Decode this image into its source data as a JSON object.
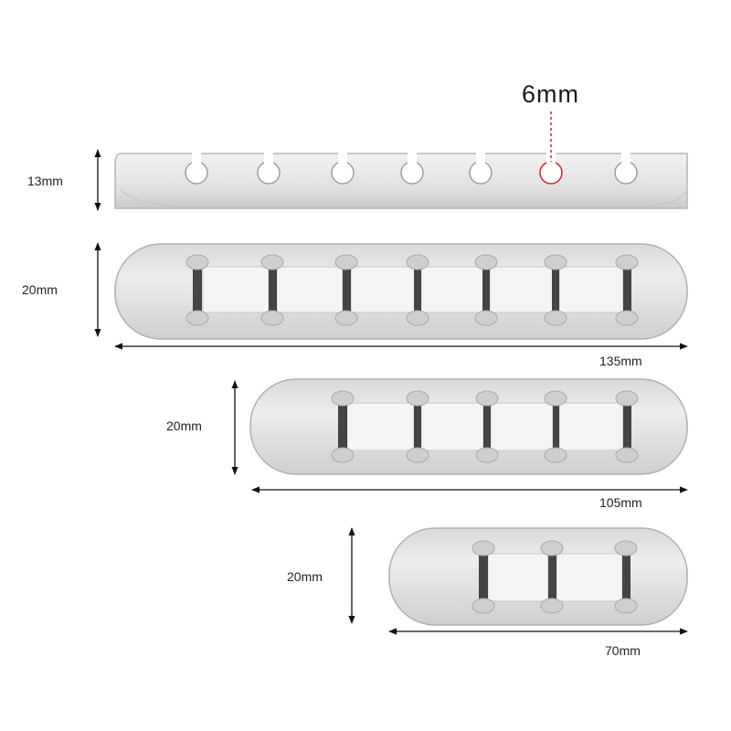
{
  "labels": {
    "hole_diameter": "6mm",
    "side_height": "13mm",
    "height_long": "20mm",
    "length_long": "135mm",
    "height_medium": "20mm",
    "length_medium": "105mm",
    "height_short": "20mm",
    "length_short": "70mm"
  },
  "colors": {
    "body": "#e6e6e6",
    "slot": "#444444",
    "highlight": "#c62828",
    "dimension_line": "#111111"
  },
  "organizers": [
    {
      "name": "side-view",
      "slots": 7
    },
    {
      "name": "long",
      "slots": 7
    },
    {
      "name": "medium",
      "slots": 5
    },
    {
      "name": "short",
      "slots": 3
    }
  ]
}
